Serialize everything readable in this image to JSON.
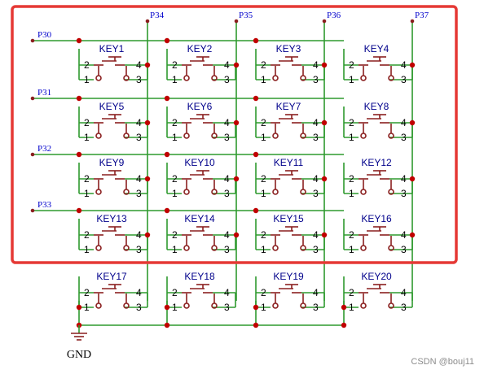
{
  "diagram": {
    "row_nets": [
      "P30",
      "P31",
      "P32",
      "P33"
    ],
    "column_nets": [
      "P34",
      "P35",
      "P36",
      "P37"
    ],
    "ground_label": "GND",
    "pin_numbers": {
      "top_left": "2",
      "top_right": "4",
      "bottom_left": "1",
      "bottom_right": "3"
    },
    "matrix_keys": [
      [
        "KEY1",
        "KEY2",
        "KEY3",
        "KEY4"
      ],
      [
        "KEY5",
        "KEY6",
        "KEY7",
        "KEY8"
      ],
      [
        "KEY9",
        "KEY10",
        "KEY11",
        "KEY12"
      ],
      [
        "KEY13",
        "KEY14",
        "KEY15",
        "KEY16"
      ]
    ],
    "extra_keys": [
      "KEY17",
      "KEY18",
      "KEY19",
      "KEY20"
    ],
    "highlight_frame": true,
    "colors": {
      "wire": "#2e9a2e",
      "switch_symbol": "#8a1f1f",
      "junction": "#c00000",
      "net_label": "#0000cc",
      "key_label": "#00008b",
      "frame": "#e53935"
    }
  },
  "watermark": "CSDN @bouj11"
}
